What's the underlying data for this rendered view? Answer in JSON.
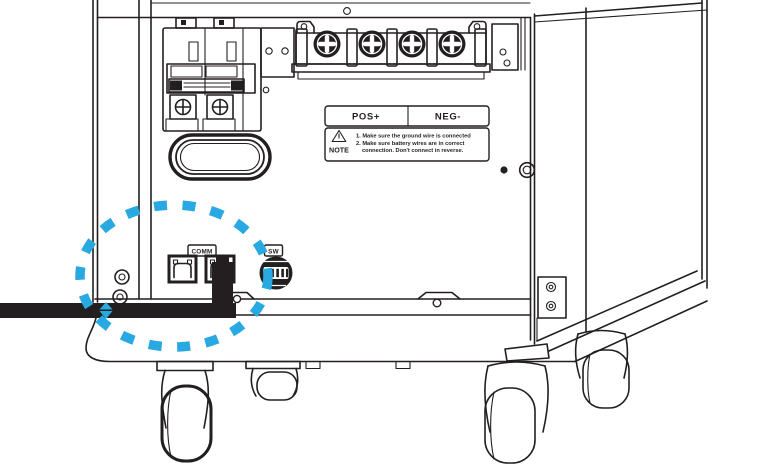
{
  "diagram": {
    "terminal_label": {
      "pos": "POS+",
      "neg": "NEG-"
    },
    "note": {
      "title": "NOTE",
      "line1": "1. Make sure the ground wire is connected",
      "line2": "2. Make sure battery wires are in correct",
      "line3": "connection. Don't connect in reverse."
    },
    "ports": {
      "comm_label": "COMM",
      "sw_label": "SW"
    },
    "colors": {
      "highlight": "#29A9E1",
      "line": "#231F20"
    }
  }
}
